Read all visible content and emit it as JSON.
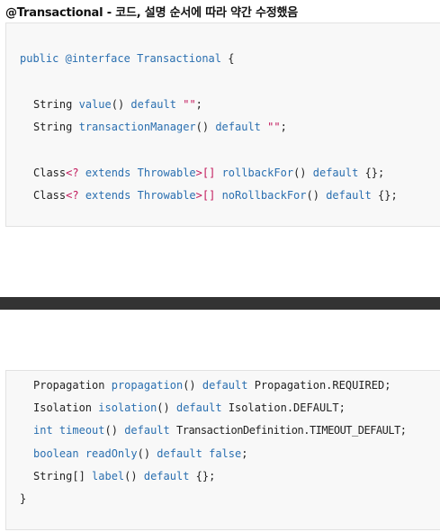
{
  "heading": "@Transactional - 코드, 설명 순서에 따라 약간 수정했음",
  "colors": {
    "keyword": "#2a6fb0",
    "string": "#c2185b",
    "divider": "#333333"
  },
  "code1": {
    "l1": {
      "public": "public",
      "iface": "@interface",
      "name": "Transactional",
      "brace": "{"
    },
    "l2": {
      "type": "String",
      "method": "value",
      "paren": "()",
      "kw": "default",
      "val": "\"\"",
      "end": ";"
    },
    "l3": {
      "type": "String",
      "method": "transactionManager",
      "paren": "()",
      "kw": "default",
      "val": "\"\"",
      "end": ";"
    },
    "l4": {
      "cls": "Class",
      "lt": "<?",
      "ext": "extends",
      "thr": "Throwable",
      "gt": ">[]",
      "method": "rollbackFor",
      "paren": "()",
      "kw": "default",
      "val": "{};"
    },
    "l5": {
      "cls": "Class",
      "lt": "<?",
      "ext": "extends",
      "thr": "Throwable",
      "gt": ">[]",
      "method": "noRollbackFor",
      "paren": "()",
      "kw": "default",
      "val": "{};"
    }
  },
  "code2": {
    "l1": {
      "type": "Propagation",
      "method": "propagation",
      "paren": "()",
      "kw": "default",
      "val": "Propagation.REQUIRED;"
    },
    "l2": {
      "type": "Isolation",
      "method": "isolation",
      "paren": "()",
      "kw": "default",
      "val": "Isolation.DEFAULT;"
    },
    "l3": {
      "type": "int",
      "method": "timeout",
      "paren": "()",
      "kw": "default",
      "val": "TransactionDefinition.TIMEOUT_DEFAULT;"
    },
    "l4": {
      "type": "boolean",
      "method": "readOnly",
      "paren": "()",
      "kw": "default",
      "val": "false",
      "end": ";"
    },
    "l5": {
      "type": "String[]",
      "method": "label",
      "paren": "()",
      "kw": "default",
      "val": "{};"
    },
    "l6": {
      "brace": "}"
    }
  }
}
